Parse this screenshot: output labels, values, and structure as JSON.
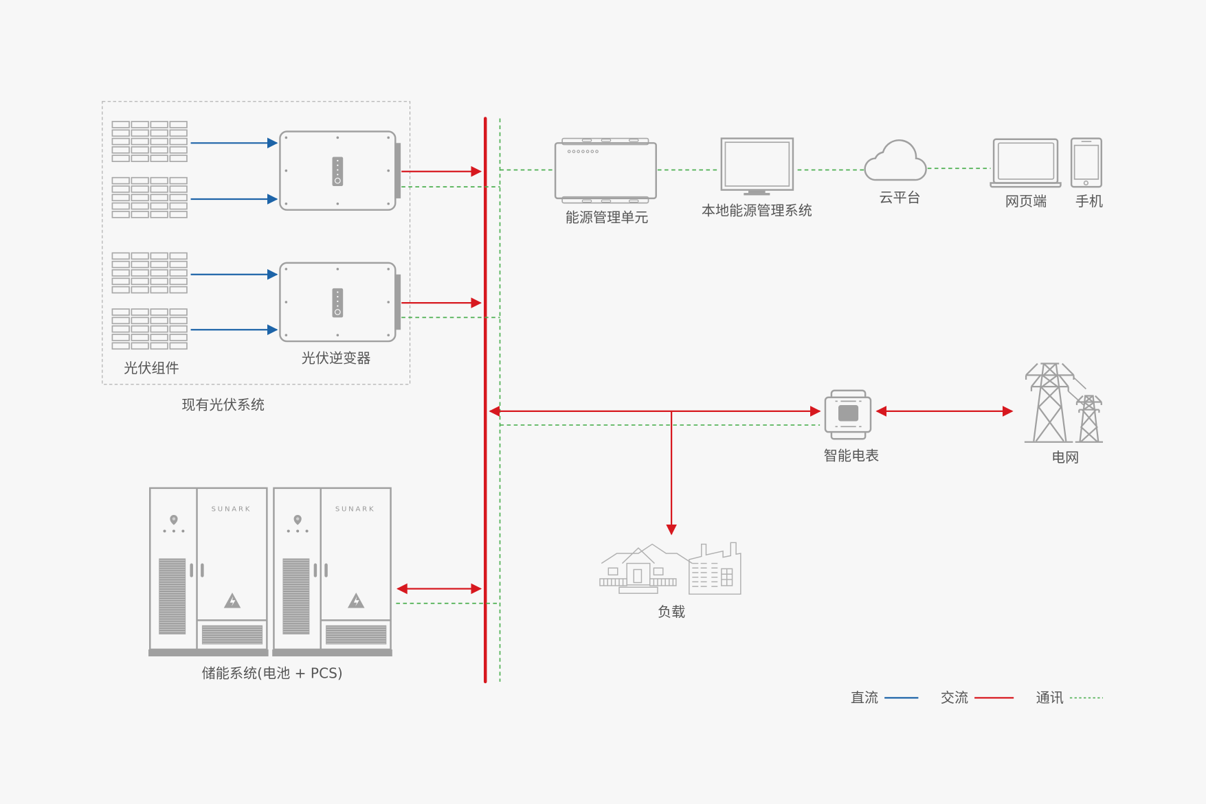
{
  "diagram": {
    "title": "",
    "colors": {
      "background": "#f7f7f7",
      "dc": "#1d64a8",
      "ac": "#d7181f",
      "comm": "#4caf50",
      "device": "#a0a0a0",
      "label": "#555555"
    },
    "nodes": {
      "pv_system_group": "现有光伏系统",
      "pv_modules": "光伏组件",
      "pv_inverter": "光伏逆变器",
      "ems_unit": "能源管理单元",
      "local_ems": "本地能源管理系统",
      "cloud": "云平台",
      "web": "网页端",
      "mobile": "手机",
      "smart_meter": "智能电表",
      "grid": "电网",
      "load": "负载",
      "storage": "储能系统(电池 + PCS)",
      "cabinet_brand": "SUNARK"
    },
    "edges": [
      {
        "from": "pv_modules_1a",
        "to": "pv_inverter_1",
        "type": "dc"
      },
      {
        "from": "pv_modules_1b",
        "to": "pv_inverter_1",
        "type": "dc"
      },
      {
        "from": "pv_modules_2a",
        "to": "pv_inverter_2",
        "type": "dc"
      },
      {
        "from": "pv_modules_2b",
        "to": "pv_inverter_2",
        "type": "dc"
      },
      {
        "from": "pv_inverter_1",
        "to": "ac_bus",
        "type": "ac"
      },
      {
        "from": "pv_inverter_2",
        "to": "ac_bus",
        "type": "ac"
      },
      {
        "from": "pv_inverter_1",
        "to": "comm_bus",
        "type": "comm"
      },
      {
        "from": "pv_inverter_2",
        "to": "comm_bus",
        "type": "comm"
      },
      {
        "from": "comm_bus",
        "to": "ems_unit",
        "type": "comm"
      },
      {
        "from": "ems_unit",
        "to": "local_ems",
        "type": "comm"
      },
      {
        "from": "local_ems",
        "to": "cloud",
        "type": "comm"
      },
      {
        "from": "cloud",
        "to": "web",
        "type": "comm"
      },
      {
        "from": "ac_bus",
        "to": "smart_meter",
        "type": "ac",
        "bidirectional": true
      },
      {
        "from": "comm_bus",
        "to": "smart_meter",
        "type": "comm"
      },
      {
        "from": "smart_meter",
        "to": "grid",
        "type": "ac",
        "bidirectional": true
      },
      {
        "from": "ac_bus",
        "to": "load",
        "type": "ac"
      },
      {
        "from": "storage",
        "to": "ac_bus",
        "type": "ac",
        "bidirectional": true
      },
      {
        "from": "storage",
        "to": "comm_bus",
        "type": "comm"
      }
    ],
    "legend": [
      {
        "label": "直流",
        "type": "dc"
      },
      {
        "label": "交流",
        "type": "ac"
      },
      {
        "label": "通讯",
        "type": "comm"
      }
    ]
  }
}
